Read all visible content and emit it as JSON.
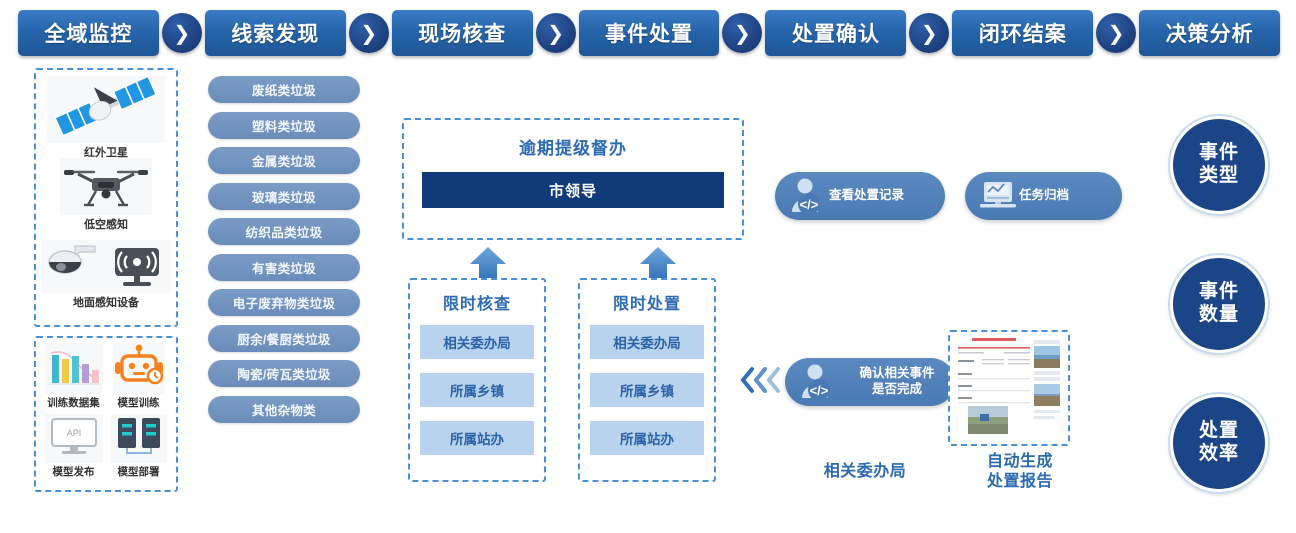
{
  "flow": {
    "steps": [
      "全域监控",
      "线索发现",
      "现场核查",
      "事件处置",
      "处置确认",
      "闭环结案",
      "决策分析"
    ],
    "arrow_glyph": "❯"
  },
  "sensing_panel": {
    "items": [
      {
        "label": "红外卫星",
        "icon": "satellite-icon"
      },
      {
        "label": "低空感知",
        "icon": "drone-icon"
      },
      {
        "label": "地面感知设备",
        "icon": "ground-sensor-icon"
      }
    ]
  },
  "model_panel": {
    "items": [
      {
        "label": "训练数据集",
        "icon": "bar-chart-icon"
      },
      {
        "label": "模型训练",
        "icon": "robot-icon"
      },
      {
        "label": "模型发布",
        "icon": "api-monitor-icon"
      },
      {
        "label": "模型部署",
        "icon": "server-rack-icon"
      }
    ]
  },
  "waste_categories": [
    "废纸类垃圾",
    "塑料类垃圾",
    "金属类垃圾",
    "玻璃类垃圾",
    "纺织品类垃圾",
    "有害类垃圾",
    "电子废弃物类垃圾",
    "厨余/餐厨类垃圾",
    "陶瓷/砖瓦类垃圾",
    "其他杂物类"
  ],
  "escalation": {
    "title": "逾期提级督办",
    "authority": "市领导"
  },
  "task_columns": [
    {
      "title": "限时核查",
      "items": [
        "相关委办局",
        "所属乡镇",
        "所属站办"
      ]
    },
    {
      "title": "限时处置",
      "items": [
        "相关委办局",
        "所属乡镇",
        "所属站办"
      ]
    }
  ],
  "action_buttons": [
    {
      "label": "查看处置记录",
      "icon": "person-code-icon"
    },
    {
      "label": "任务归档",
      "icon": "laptop-chart-icon"
    }
  ],
  "confirm_button": {
    "line1": "确认相关事件",
    "line2": "是否完成",
    "icon": "person-code-icon"
  },
  "captions": {
    "bureau": "相关委办局",
    "report_line1": "自动生成",
    "report_line2": "处置报告"
  },
  "metrics": [
    {
      "line1": "事件",
      "line2": "类型"
    },
    {
      "line1": "事件",
      "line2": "数量"
    },
    {
      "line1": "处置",
      "line2": "效率"
    }
  ],
  "colors": {
    "header_blue": "#2463a8",
    "arrow_navy": "#1d3f7d",
    "pill_blue": "#6a8cba",
    "dashed_border": "#4a90d9",
    "authority_bar": "#113a78",
    "task_item": "#b9d3ef",
    "title_blue": "#2d6cb4",
    "circle_navy": "#1b4586"
  }
}
